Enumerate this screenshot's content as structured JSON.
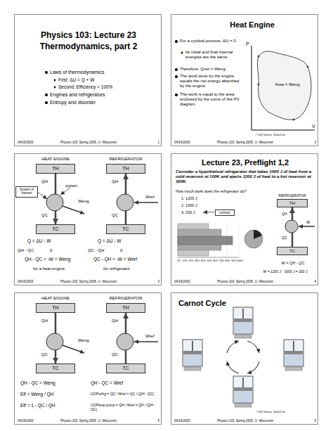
{
  "diagram": {
    "nodes": [
      {
        "text": [
          "Physics 103: Lecture 23",
          "Thermodynamics, part 2",
          "Laws of thermodynamics",
          "First: ΔU = Q + W",
          "Second: Efficiency < 100%",
          "Engines and refrigerators",
          "Entropy and disorder",
          "04/16/2003",
          "Physics 103, Spring 2005, U. Wisconsin",
          "1"
        ]
      },
      {
        "text": [
          "Heat Engine",
          "For a cyclical process, ΔU = 0",
          "Its initial and final internal energies are the same",
          "Therefore, Qnet = Weng",
          "The work done by the engine equals the net energy absorbed by the engine",
          "The work is equal to the area enclosed by the curve of the PV diagram",
          "P",
          "V",
          "Area = Weng",
          "© 2004 Thomson - Brooks/Cole",
          "04/16/2003",
          "Physics 103, Spring 2005, U. Wisconsin",
          "2"
        ]
      },
      {
        "text": [
          "HEAT ENGINE",
          "REFRIGERATOR",
          "QH",
          "QC",
          "system",
          "Weng",
          "QH",
          "QC",
          "Wref",
          "Q = ΔU - W",
          "QH - QC",
          "0",
          "QH - QC = -W = Weng",
          "for a heat engine",
          "Q = ΔU - W",
          "QC - QH",
          "0",
          "QC - QH = -W = Wref",
          "for refrigerator",
          "04/16/2003",
          "Physics 103, Spring 2005, U. Wisconsin",
          "3"
        ]
      },
      {
        "text": [
          "System of interest"
        ],
        "in": 2
      },
      {
        "text": [
          "TH"
        ],
        "in": 2
      },
      {
        "text": [
          "TC"
        ],
        "in": 2
      },
      {
        "text": [
          "TH"
        ],
        "in": 2
      },
      {
        "text": [
          "TC"
        ],
        "in": 2
      },
      {
        "text": [
          "Lecture 23, Preflight 1,2",
          "Consider a hypothetical refrigerator that takes 1000 J of heat from a cold reservoir at 100K and ejects 1200 J of heat to a hot reservoir at 300K.",
          "How much work does the refrigerator do?",
          "1. 1200 J",
          "2. 1000 J",
          "3. 200 J",
          "REFRIGERATOR",
          "QH",
          "QC",
          "W",
          "W = QH - QC",
          "W = 1200 J - 1000 J = 200 J",
          "0%",
          "10%",
          "20%",
          "30%",
          "40%",
          "50%",
          "60%",
          "70%",
          "80%",
          "90%",
          "100%",
          "04/16/2003",
          "Physics 103, Spring 2005, U. Wisconsin",
          "4"
        ]
      },
      {
        "text": [
          "correct"
        ],
        "in": 8
      },
      {
        "text": [
          "TH"
        ],
        "in": 8
      },
      {
        "text": [
          "TC"
        ],
        "in": 8
      },
      {
        "text": [
          "HEAT ENGINE",
          "REFRIGERATOR",
          "QH",
          "QC",
          "Weng",
          "QH",
          "QC",
          "Wref",
          "QH - QC = Weng",
          "Eff = Weng / QH",
          "Eff = 1 - QC / QH",
          "QH - QC = Wref",
          "COPrefrig = QC / Wref = QC / (QH - QC)",
          "COPheat pump = QH / Wref = QH / (QH - QC)",
          "04/16/2003",
          "Physics 103, Spring 2005, U. Wisconsin",
          "5"
        ]
      },
      {
        "text": [
          "TH"
        ],
        "in": 12
      },
      {
        "text": [
          "TC"
        ],
        "in": 12
      },
      {
        "text": [
          "TH"
        ],
        "in": 12
      },
      {
        "text": [
          "TC"
        ],
        "in": 12
      },
      {
        "text": [
          "Carnot Cycle",
          "© 2004 Thomson - Brooks/Cole",
          "04/16/2003",
          "Physics 103, Spring 2005, U. Wisconsin",
          "6"
        ]
      }
    ],
    "edges": [
      {
        "from": 4,
        "to": 5,
        "arrow": "to"
      },
      {
        "from": 7,
        "to": 6,
        "arrow": "to"
      },
      {
        "from": 11,
        "to": 10,
        "arrow": "to"
      },
      {
        "from": 13,
        "to": 14,
        "arrow": "to"
      },
      {
        "from": 16,
        "to": 15,
        "arrow": "to"
      }
    ]
  }
}
